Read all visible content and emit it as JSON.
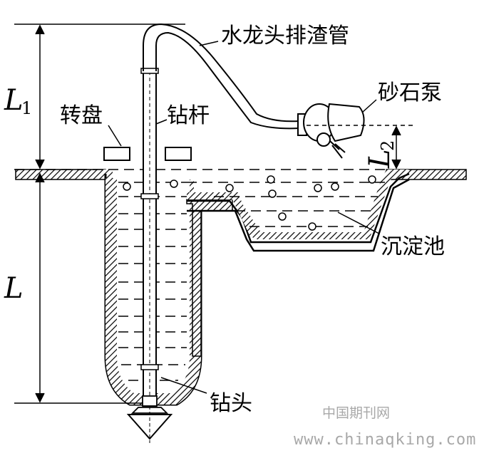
{
  "labels": {
    "faucet_discharge_pipe": "水龙头排渣管",
    "sand_pump": "砂石泵",
    "turntable": "转盘",
    "drill_rod": "钻杆",
    "settling_tank": "沉淀池",
    "drill_bit": "钻头"
  },
  "dimensions": {
    "l1_var": "L",
    "l1_sub": "1",
    "l2_var": "L",
    "l2_sub": "2",
    "l_var": "L"
  },
  "watermark": {
    "line1": "中国期刊网",
    "line2": "www.chinaqking.com"
  }
}
